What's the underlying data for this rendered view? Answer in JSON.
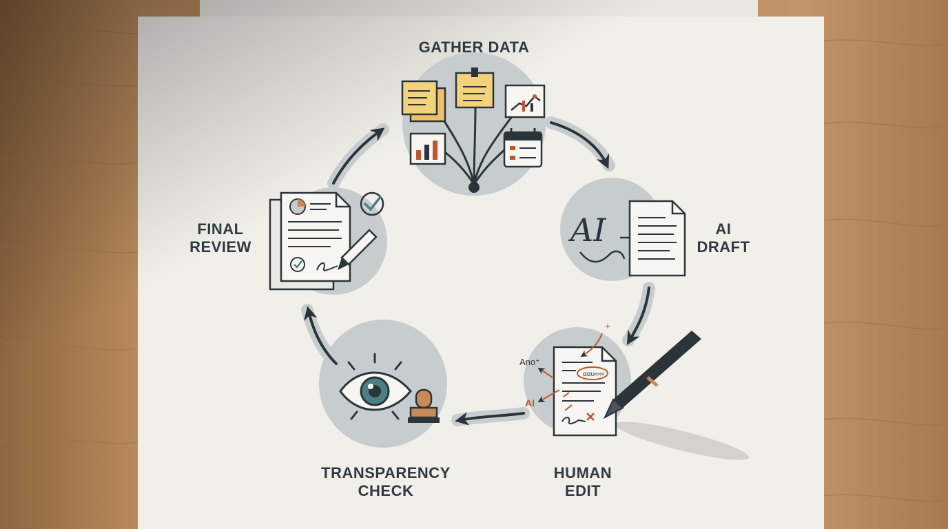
{
  "diagram": {
    "stages": [
      {
        "id": "gather",
        "lines": [
          "GATHER DATA"
        ]
      },
      {
        "id": "ai-draft",
        "lines": [
          "AI",
          "DRAFT"
        ]
      },
      {
        "id": "human-edit",
        "lines": [
          "HUMAN",
          "EDIT"
        ]
      },
      {
        "id": "transparency",
        "lines": [
          "TRANSPARENCY",
          "CHECK"
        ]
      },
      {
        "id": "final-review",
        "lines": [
          "FINAL",
          "REVIEW"
        ]
      }
    ],
    "icon_text": {
      "ai_mark": "AI",
      "annotation_ano": "Ano⁺",
      "annotation_ai": "AI",
      "annotation_plus": "+",
      "circled_word": "ααυ∞∞"
    },
    "colors": {
      "wood": "#b98a5c",
      "paper": "#f1efe9",
      "circle": "#c7cdcf",
      "ink": "#2b3439",
      "label": "#2f3a40",
      "sticky_note": "#f2d27a",
      "red_annotation": "#c0562f",
      "stamp": "#c98a55"
    },
    "icons": [
      "sticky-note-icon",
      "chart-icon",
      "calendar-icon",
      "ai-document-icon",
      "edited-document-icon",
      "fountain-pen-icon",
      "eye-icon",
      "stamp-icon",
      "report-document-icon",
      "check-icon",
      "pen-icon",
      "cycle-arrow-icon"
    ]
  }
}
